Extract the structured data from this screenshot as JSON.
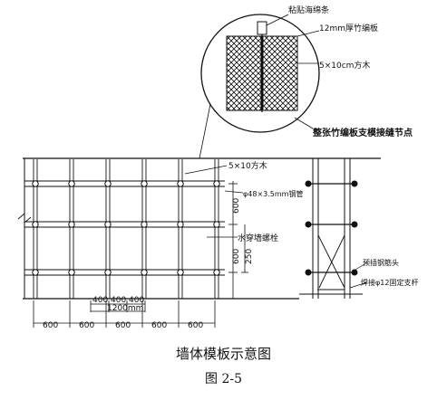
{
  "labels": {
    "sponge": "粘贴海绵条",
    "plywood_top": "12mm厚竹编板",
    "timber_detail": "5×10cm方木",
    "joint_node": "整张竹编板支模接缝节点",
    "timber_main": "5×10方木",
    "steel_pipe": "φ48×3.5mm钢管",
    "tie_bolt": "水穿墙螺栓",
    "pre_insert": "预插钢筋头",
    "weld_rod": "焊接φ12固定支杆"
  },
  "dims": {
    "bottom": [
      "600",
      "600",
      "600",
      "600",
      "600"
    ],
    "small": [
      "400",
      "400",
      "400"
    ],
    "total": "1200mm",
    "v_top": "600",
    "v_mid": "600",
    "v_right": "250"
  },
  "caption": {
    "title": "墙体模板示意图",
    "figure": "图 2-5"
  },
  "colors": {
    "ink": "#111111"
  }
}
